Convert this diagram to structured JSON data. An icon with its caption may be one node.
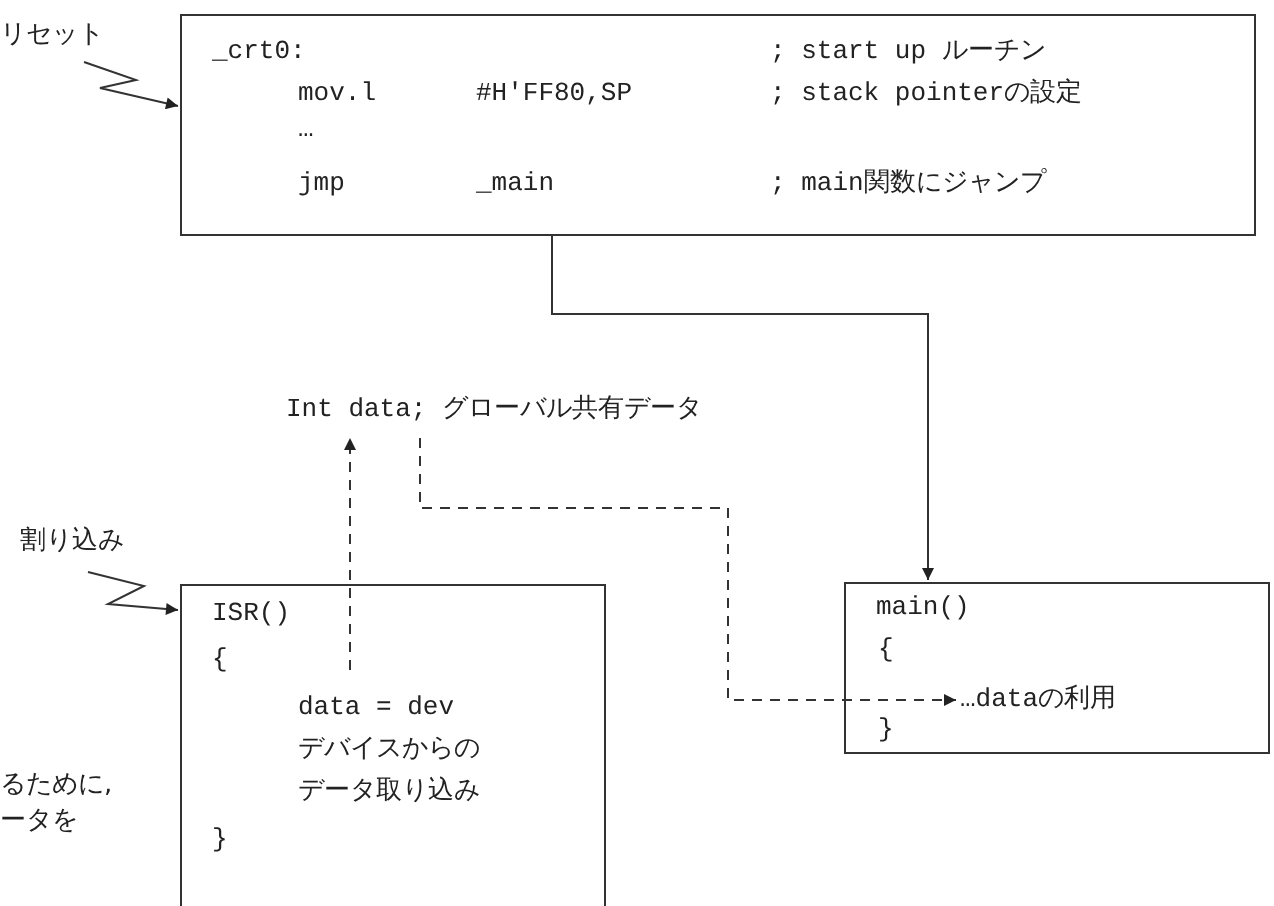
{
  "diagram": {
    "nodes": [
      {
        "text": [
          "リセット"
        ]
      },
      {
        "text": [
          "_crt0:",
          "; start up ルーチン",
          "mov.l",
          "#H'FF80,SP",
          "; stack pointerの設定",
          "…",
          "jmp",
          "_main",
          "; main関数にジャンプ"
        ]
      },
      {
        "text": [
          "Int data; グローバル共有データ"
        ]
      },
      {
        "text": [
          "割り込み"
        ]
      },
      {
        "text": [
          "ISR()",
          "{",
          "data = dev",
          "デバイスからのデータ取り込み",
          "}"
        ]
      },
      {
        "text": [
          "main()",
          "{",
          "…dataの利用",
          "}"
        ]
      }
    ],
    "edges": [
      {
        "from": 0,
        "to": 1,
        "arrow": "to"
      },
      {
        "from": 1,
        "to": 5,
        "arrow": "to"
      },
      {
        "from": 4,
        "to": 2,
        "arrow": "to",
        "style": "dashed"
      },
      {
        "from": 2,
        "to": 5,
        "arrow": "to",
        "style": "dashed"
      },
      {
        "from": 3,
        "to": 4,
        "arrow": "to"
      }
    ],
    "labels": [
      "るために,",
      "ータを"
    ]
  }
}
